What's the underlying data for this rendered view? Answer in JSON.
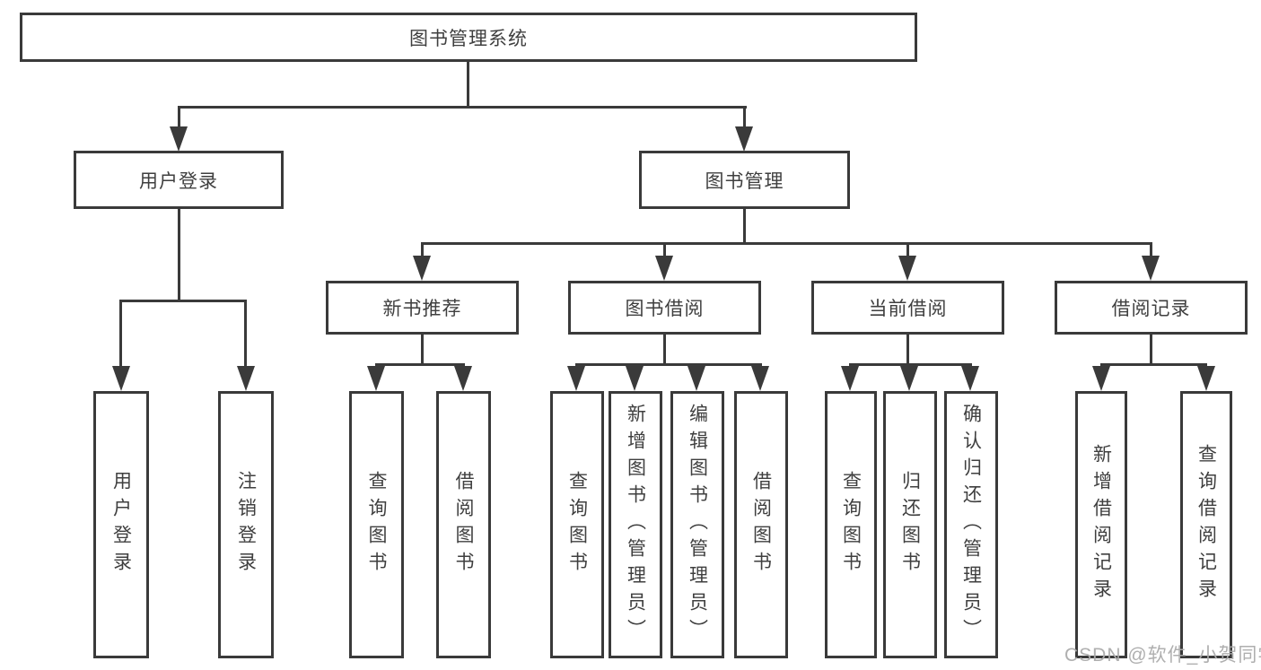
{
  "diagram": {
    "type": "hierarchy-tree",
    "root": {
      "label": "图书管理系统"
    },
    "branches": [
      {
        "label": "用户登录",
        "children": [
          {
            "label": "用户登录"
          },
          {
            "label": "注销登录"
          }
        ]
      },
      {
        "label": "图书管理",
        "children": [
          {
            "label": "新书推荐",
            "children": [
              {
                "label": "查询图书"
              },
              {
                "label": "借阅图书"
              }
            ]
          },
          {
            "label": "图书借阅",
            "children": [
              {
                "label": "查询图书"
              },
              {
                "label": "新增图书（管理员）"
              },
              {
                "label": "编辑图书（管理员）"
              },
              {
                "label": "借阅图书"
              }
            ]
          },
          {
            "label": "当前借阅",
            "children": [
              {
                "label": "查询图书"
              },
              {
                "label": "归还图书"
              },
              {
                "label": "确认归还（管理员）"
              }
            ]
          },
          {
            "label": "借阅记录",
            "children": [
              {
                "label": "新增借阅记录"
              },
              {
                "label": "查询借阅记录"
              }
            ]
          }
        ]
      }
    ]
  },
  "watermark": {
    "text": "CSDN @软件_小贺同学"
  },
  "colors": {
    "line": "#3a3a3a",
    "text": "#3f3f3f",
    "box_background": "#ffffff",
    "watermark": "#ababab"
  }
}
